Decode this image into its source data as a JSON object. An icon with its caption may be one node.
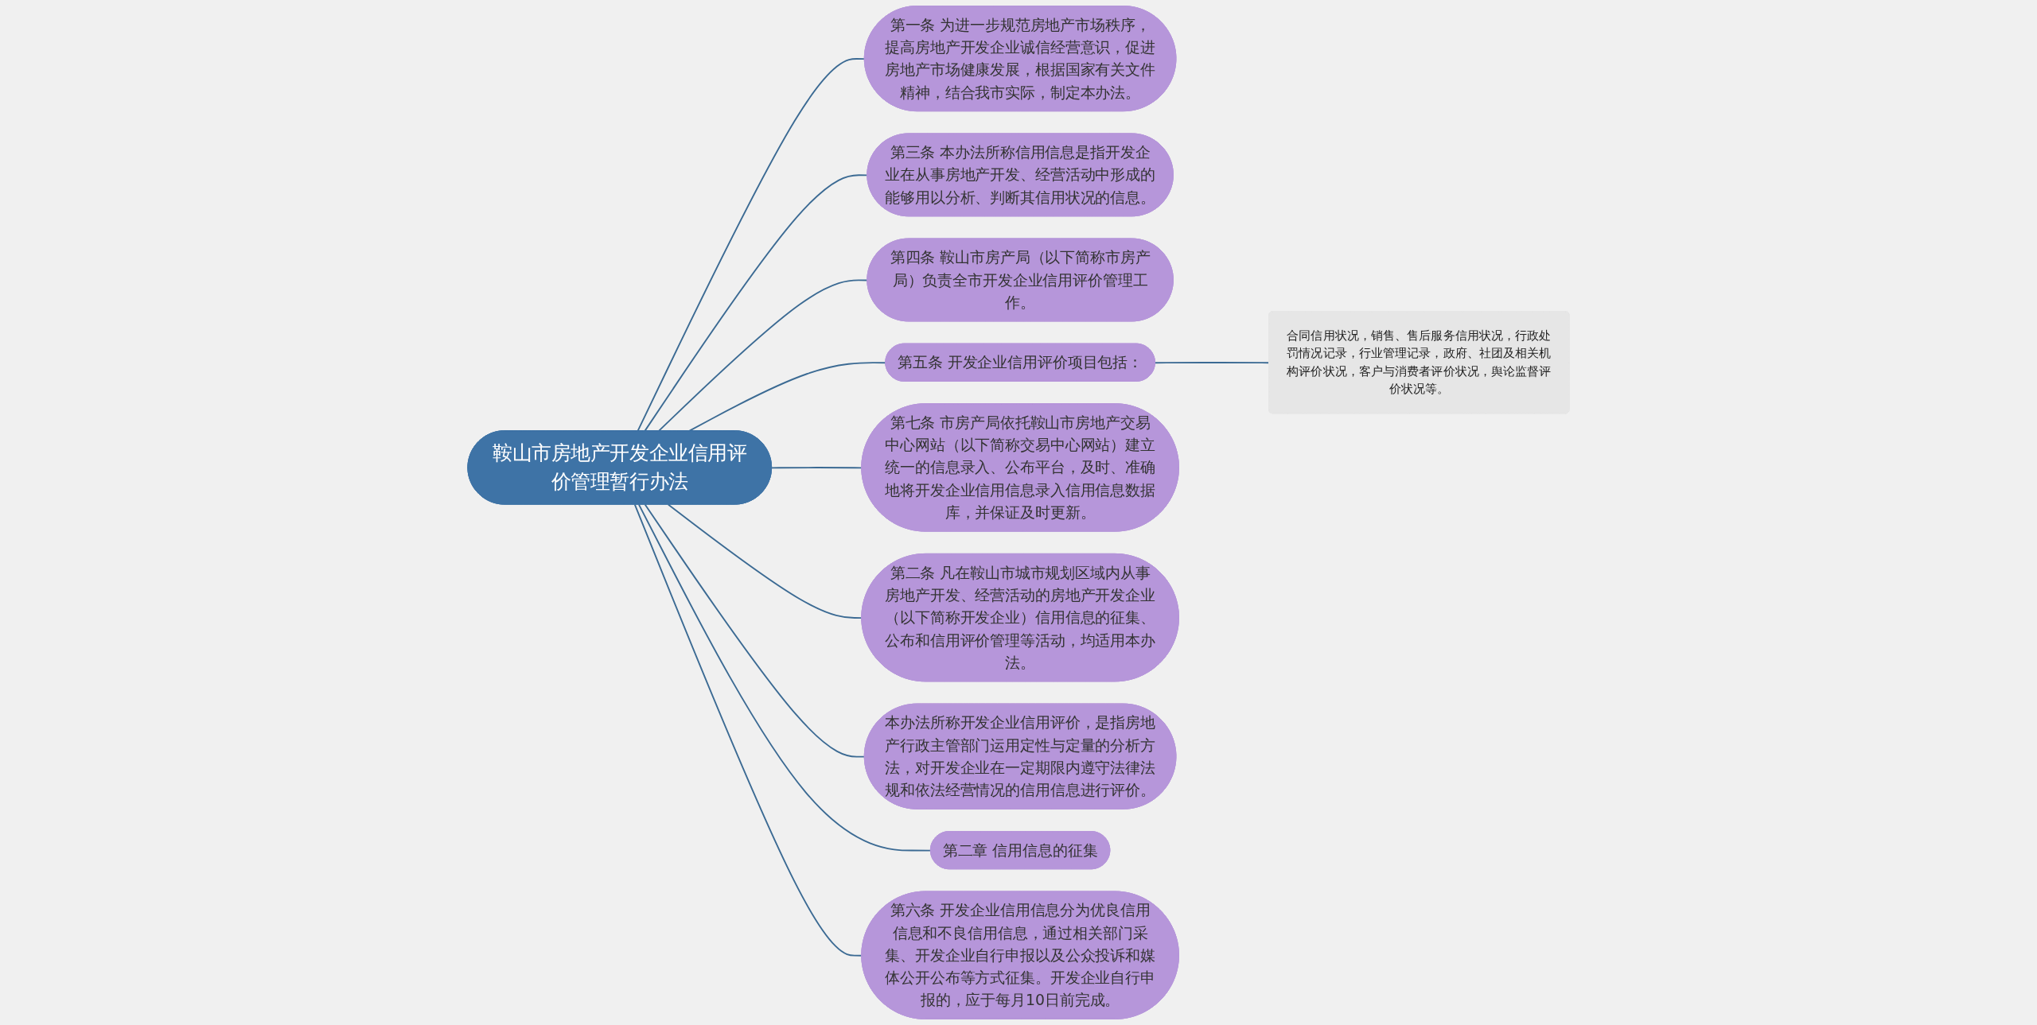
{
  "diagram": {
    "nodes": [
      {
        "text": [
          "鞍山市房地产开发企业信用评价管理暂行办法"
        ]
      },
      {
        "text": [
          "第一条 为进一步规范房地产市场秩序，提高房地产开发企业诚信经营意识，促进房地产市场健康发展，根据国家有关文件精神，结合我市实际，制定本办法。"
        ]
      },
      {
        "text": [
          "第三条 本办法所称信用信息是指开发企业在从事房地产开发、经营活动中形成的能够用以分析、判断其信用状况的信息。"
        ]
      },
      {
        "text": [
          "第四条 鞍山市房产局（以下简称市房产局）负责全市开发企业信用评价管理工作。"
        ]
      },
      {
        "text": [
          "第五条 开发企业信用评价项目包括："
        ]
      },
      {
        "text": [
          "合同信用状况，销售、售后服务信用状况，行政处罚情况记录，行业管理记录，政府、社团及相关机构评价状况，客户与消费者评价状况，舆论监督评价状况等。"
        ]
      },
      {
        "text": [
          "第七条 市房产局依托鞍山市房地产交易中心网站（以下简称交易中心网站）建立统一的信息录入、公布平台，及时、准确地将开发企业信用信息录入信用信息数据库，并保证及时更新。"
        ]
      },
      {
        "text": [
          "第二条 凡在鞍山市城市规划区域内从事房地产开发、经营活动的房地产开发企业（以下简称开发企业）信用信息的征集、公布和信用评价管理等活动，均适用本办法。"
        ]
      },
      {
        "text": [
          "本办法所称开发企业信用评价，是指房地产行政主管部门运用定性与定量的分析方法，对开发企业在一定期限内遵守法律法规和依法经营情况的信用信息进行评价。"
        ]
      },
      {
        "text": [
          "第二章 信用信息的征集"
        ]
      },
      {
        "text": [
          "第六条 开发企业信用信息分为优良信用信息和不良信用信息，通过相关部门采集、开发企业自行申报以及公众投诉和媒体公开公布等方式征集。开发企业自行申报的，应于每月10日前完成。"
        ]
      }
    ],
    "edges": [
      {
        "from": 0,
        "to": 1,
        "arrow": "none"
      },
      {
        "from": 0,
        "to": 2,
        "arrow": "none"
      },
      {
        "from": 0,
        "to": 3,
        "arrow": "none"
      },
      {
        "from": 0,
        "to": 4,
        "arrow": "none"
      },
      {
        "from": 4,
        "to": 5,
        "arrow": "none"
      },
      {
        "from": 0,
        "to": 6,
        "arrow": "none"
      },
      {
        "from": 0,
        "to": 7,
        "arrow": "none"
      },
      {
        "from": 0,
        "to": 8,
        "arrow": "none"
      },
      {
        "from": 0,
        "to": 9,
        "arrow": "none"
      },
      {
        "from": 0,
        "to": 10,
        "arrow": "none"
      }
    ]
  }
}
